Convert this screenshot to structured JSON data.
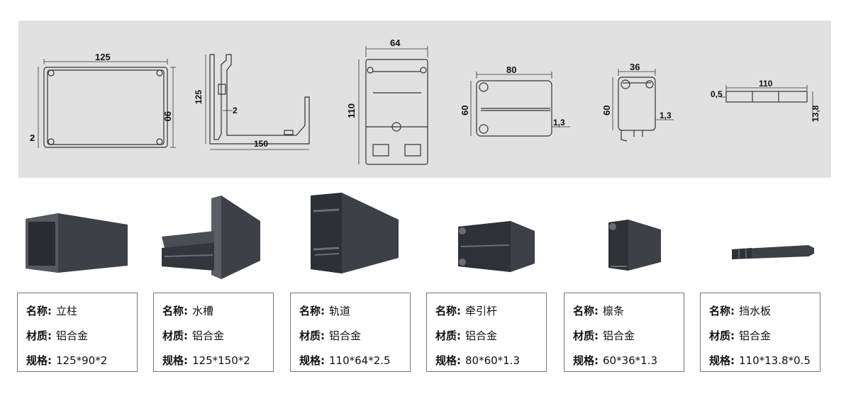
{
  "colors": {
    "panel": "#e1e1e1",
    "profile_dark": "#3a3d43",
    "line": "#333333"
  },
  "drawings": [
    {
      "name": "立柱",
      "dims": [
        "125",
        "90",
        "2"
      ]
    },
    {
      "name": "水槽",
      "dims": [
        "125",
        "150",
        "2"
      ]
    },
    {
      "name": "轨道",
      "dims": [
        "64",
        "110"
      ]
    },
    {
      "name": "牵引杆",
      "dims": [
        "80",
        "60",
        "1,3"
      ]
    },
    {
      "name": "檩条",
      "dims": [
        "36",
        "60",
        "1,3"
      ]
    },
    {
      "name": "挡水板",
      "dims": [
        "110",
        "0,5",
        "13,8"
      ]
    }
  ],
  "labels": {
    "name_key": "名称:",
    "material_key": "材质:",
    "spec_key": "规格:"
  },
  "cards": [
    {
      "name": "立柱",
      "material": "铝合金",
      "spec": "125*90*2"
    },
    {
      "name": "水槽",
      "material": "铝合金",
      "spec": "125*150*2"
    },
    {
      "name": "轨道",
      "material": "铝合金",
      "spec": "110*64*2.5"
    },
    {
      "name": "牵引杆",
      "material": "铝合金",
      "spec": "80*60*1.3"
    },
    {
      "name": "檩条",
      "material": "铝合金",
      "spec": "60*36*1.3"
    },
    {
      "name": "挡水板",
      "material": "铝合金",
      "spec": "110*13.8*0.5"
    }
  ]
}
